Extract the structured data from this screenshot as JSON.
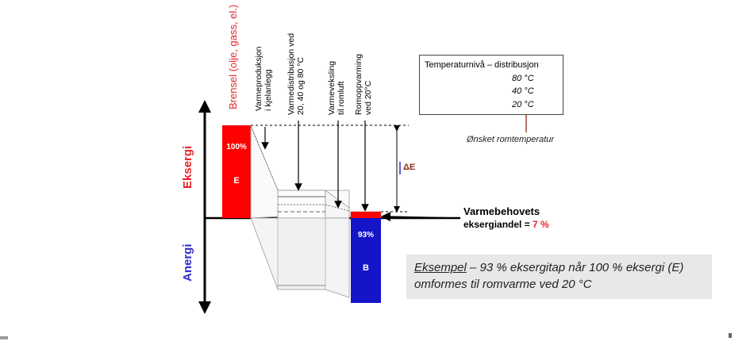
{
  "step_labels": {
    "fuel": "Brensel (olje, gass, el.)",
    "boiler": "Varmeproduksjon\ni kjelanlegg",
    "distribution": "Varmedistribusjon ved\n20, 40 og 80 °C",
    "exchange": "Varmeveksling\ntil romluft",
    "room": "Romoppvarming\nved 20°C"
  },
  "axis": {
    "exergy": "Eksergi",
    "anergy": "Anergi"
  },
  "bars": {
    "fuel_pct": "100%",
    "fuel_letter": "E",
    "room_pct": "93%",
    "room_letter": "B"
  },
  "delta_label": "ΔE",
  "legend": {
    "title": "Temperaturnivå – distribusjon",
    "items": [
      "80 °C",
      "40 °C",
      "20 °C"
    ]
  },
  "desired_temp": "Ønsket romtemperatur",
  "result": {
    "line1": "Varmebehovets",
    "line2_prefix": "eksergiandel = ",
    "line2_value": "7 %"
  },
  "example": {
    "lead": "Eksempel",
    "text": " – 93 % eksergitap når 100 % eksergi (E) omformes til romvarme ved 20 °C"
  },
  "colors": {
    "exergy": "#e8252a",
    "anergy": "#2f2fc8",
    "highlight_box": "#8b2d1a"
  }
}
